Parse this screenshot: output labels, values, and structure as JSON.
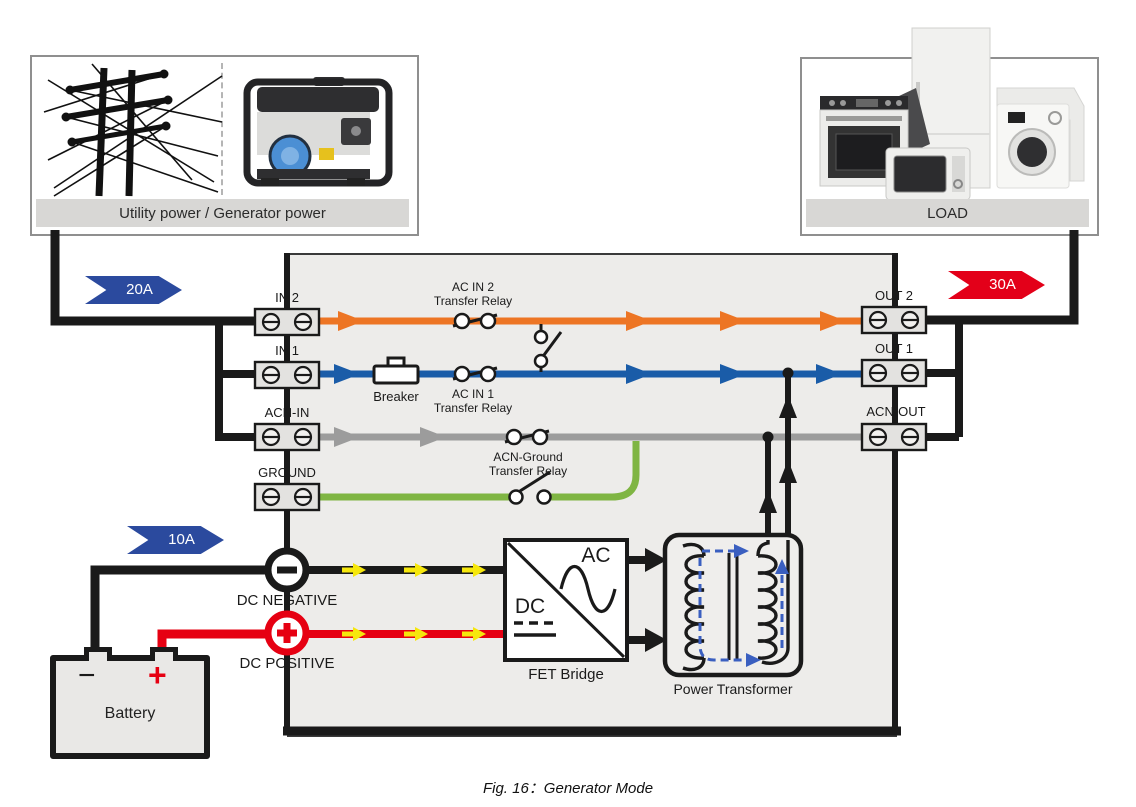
{
  "figure": {
    "caption": "Fig. 16：Generator Mode"
  },
  "source_box": {
    "label": "Utility power / Generator power"
  },
  "load_box": {
    "label": "LOAD"
  },
  "ratings": {
    "ac_input": "20A",
    "ac_output": "30A",
    "dc_battery": "10A"
  },
  "terminals": {
    "in2": "IN 2",
    "in1": "IN 1",
    "acn_in": "ACN-IN",
    "ground": "GROUND",
    "out2": "OUT 2",
    "out1": "OUT 1",
    "acn_out": "ACN-OUT"
  },
  "components": {
    "breaker": "Breaker",
    "ac_in2_relay": {
      "line1": "AC IN 2",
      "line2": "Transfer Relay"
    },
    "ac_in1_relay": {
      "line1": "AC IN 1",
      "line2": "Transfer Relay"
    },
    "acn_ground_relay": {
      "line1": "ACN-Ground",
      "line2": "Transfer Relay"
    },
    "fet_bridge": {
      "label": "FET Bridge",
      "ac": "AC",
      "dc": "DC"
    },
    "transformer": {
      "label": "Power Transformer"
    },
    "dc_terminals": {
      "negative": "DC NEGATIVE",
      "positive": "DC POSITIVE"
    },
    "battery": {
      "label": "Battery",
      "positive_mark": "+",
      "negative_mark": "−"
    }
  },
  "colors": {
    "line_ac_in2": "#ED7524",
    "line_ac_in1": "#1A5CA8",
    "line_acn": "#9C9C9C",
    "line_ground": "#7FB543",
    "wire_black": "#1A1A1A",
    "wire_dc_positive": "#E60012",
    "dc_flow_arrow": "#F6E70C",
    "banner_blue": "#2B4A9E",
    "banner_red": "#E30019",
    "flux_dashed": "#3A5FC0"
  }
}
